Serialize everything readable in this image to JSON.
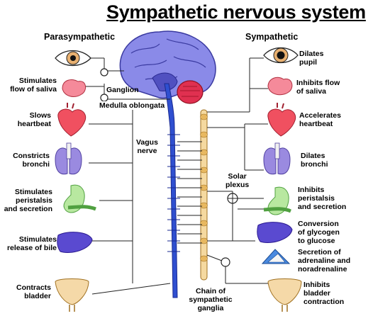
{
  "title": "Sympathetic  nervous system",
  "headers": {
    "left": "Parasympathetic",
    "right": "Sympathetic"
  },
  "left_labels": [
    {
      "text": "Stimulates\nflow of saliva"
    },
    {
      "text": "Slows\nheartbeat"
    },
    {
      "text": "Constricts\nbronchi"
    },
    {
      "text": "Stimulates\nperistalsis\nand secretion"
    },
    {
      "text": "Stimulates\nrelease of bile"
    },
    {
      "text": "Contracts\nbladder"
    }
  ],
  "right_labels": [
    {
      "text": "Dilates\npupil"
    },
    {
      "text": "Inhibits flow\nof saliva"
    },
    {
      "text": "Accelerates\nheartbeat"
    },
    {
      "text": "Dilates\nbronchi"
    },
    {
      "text": "Inhibits\nperistalsis\nand secretion"
    },
    {
      "text": "Conversion\nof glycogen\nto glucose"
    },
    {
      "text": "Secretion of\nadrenaline and\nnoradrenaline"
    },
    {
      "text": "Inhibits\nbladder\ncontraction"
    }
  ],
  "center_labels": {
    "ganglion": "Ganglion",
    "medulla": "Medulla oblongata",
    "vagus": "Vagus\nnerve",
    "solar": "Solar\nplexus",
    "chain": "Chain of\nsympathetic\nganglia"
  },
  "colors": {
    "brain": "#6f6fd8",
    "spinal_cord": "#2f4fd0",
    "chain": "#f5d9a0",
    "eye_iris": "#e8b070",
    "organ_pink": "#f58a9a",
    "lung": "#9a8ae0",
    "stomach": "#b8e8a0",
    "liver": "#5a4ad0",
    "bladder": "#f5d9a8"
  }
}
